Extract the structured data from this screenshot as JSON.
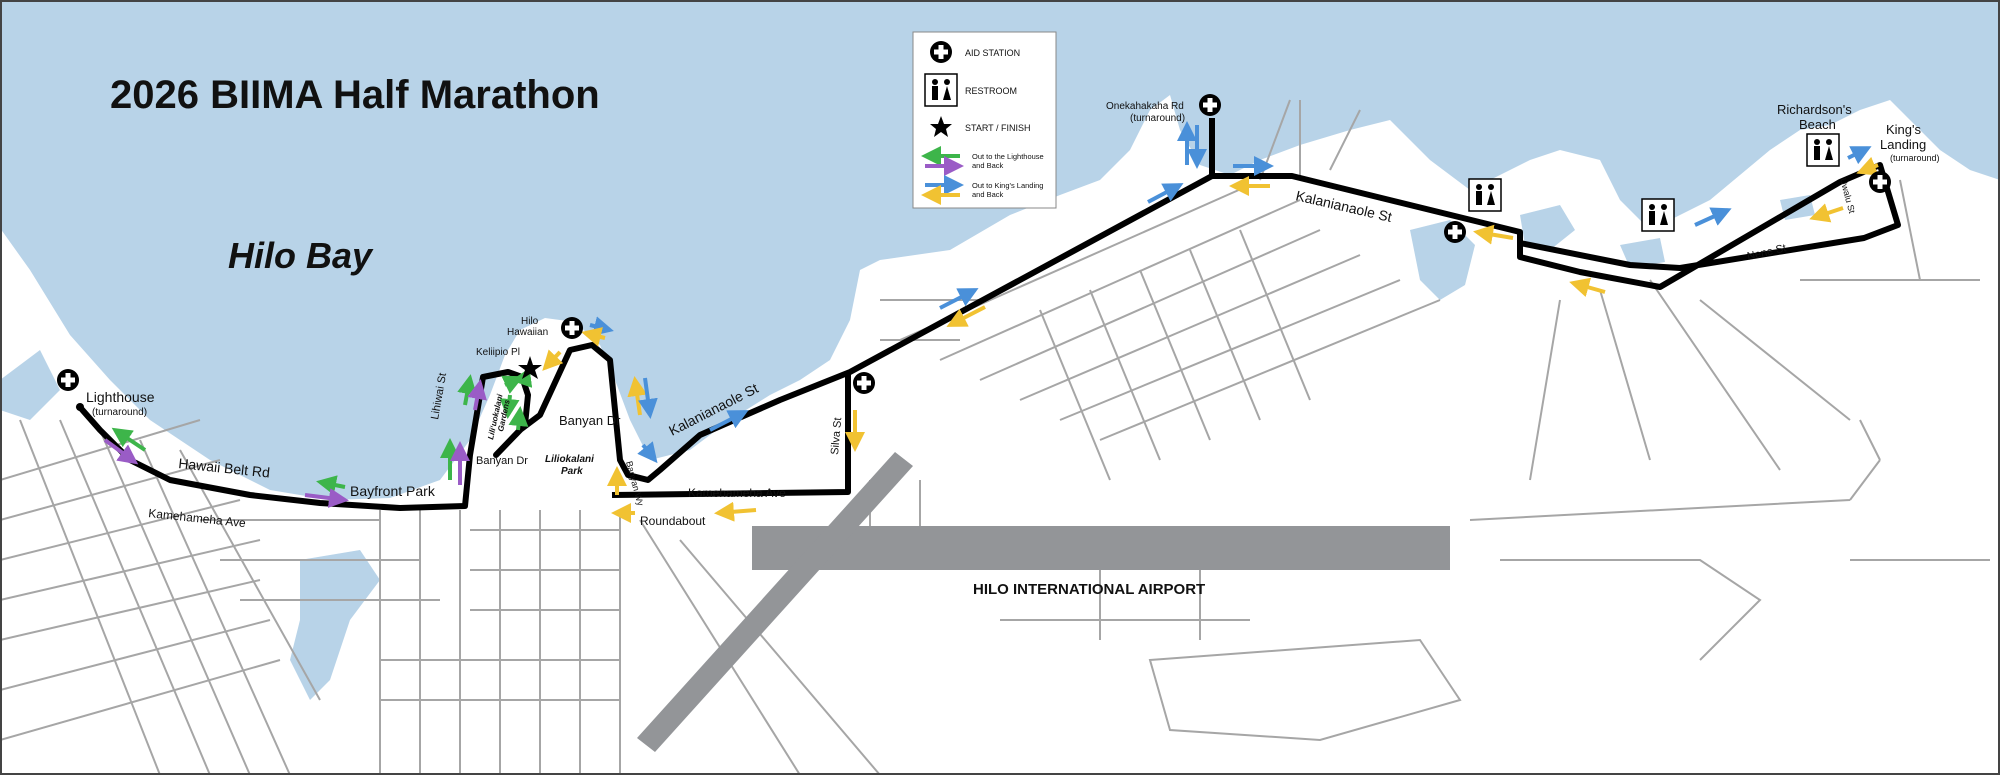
{
  "title": "2026 BIIMA Half Marathon",
  "water_label": "Hilo Bay",
  "colors": {
    "water": "#b8d3e8",
    "land": "#ffffff",
    "street": "#a6a6a6",
    "route": "#000000",
    "runway": "#939598",
    "arrow_green": "#3db54a",
    "arrow_purple": "#9a5cc6",
    "arrow_blue": "#4a90d9",
    "arrow_yellow": "#f1c232"
  },
  "legend": {
    "aid": "AID STATION",
    "restroom": "RESTROOM",
    "start": "START / FINISH",
    "lighthouse_l1": "Out to the Lighthouse",
    "lighthouse_l2": "and Back",
    "kings_l1": "Out to King's Landing",
    "kings_l2": "and Back"
  },
  "labels": {
    "lighthouse": "Lighthouse",
    "lighthouse_turn": "(turnaround)",
    "hawaii_belt": "Hawaii Belt Rd",
    "bayfront": "Bayfront Park",
    "kamehameha_w": "Kamehameha Ave",
    "lihiwai": "Lihiwai St",
    "banyan_dr_small": "Banyan Dr",
    "gardens_1": "Liliʻuokalani",
    "gardens_2": "Gardens",
    "keliipio": "Keliipio Pl",
    "hilo_hawaiian_1": "Hilo",
    "hilo_hawaiian_2": "Hawaiian",
    "banyan_dr": "Banyan Dr",
    "park_1": "Liliokalani",
    "park_2": "Park",
    "banyan_way": "Banyan Wy",
    "roundabout": "Roundabout",
    "kamehameha_e": "Kamehameha Ave",
    "kalanianaole_1": "Kalanianaole St",
    "silva": "Silva St",
    "onekahakaha": "Onekahakaha Rd",
    "onekahakaha_turn": "(turnaround)",
    "kalanianaole_2": "Kalanianaole St",
    "richardsons_1": "Richardson's",
    "richardsons_2": "Beach",
    "kings_1": "King's",
    "kings_2": "Landing",
    "kings_turn": "(turnaround)",
    "uwalu": "Uwalu St",
    "nene": "Nene St",
    "airport": "HILO INTERNATIONAL AIRPORT"
  }
}
